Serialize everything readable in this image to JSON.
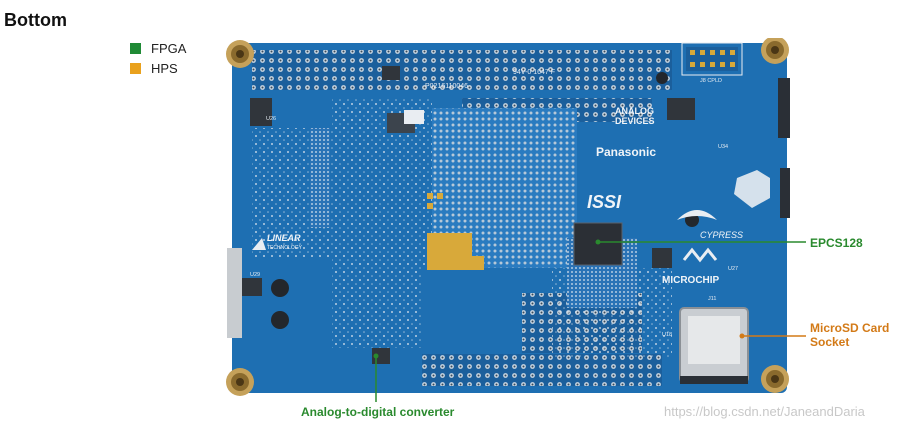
{
  "heading": "Bottom",
  "legend": [
    {
      "label": "FPGA",
      "color": "#1f8a35"
    },
    {
      "label": "HPS",
      "color": "#e9a11d"
    }
  ],
  "board": {
    "codes": {
      "serial": "P0216110046",
      "rating": "94V-0  1647  F",
      "u26": "U26",
      "u29": "U29",
      "u34": "U34",
      "u27": "U27",
      "j11": "J11",
      "u18": "U18",
      "cpld": "J8 CPLD"
    },
    "logos": {
      "analog_devices_line1": "ANALOG",
      "analog_devices_line2": "DEVICES",
      "panasonic": "Panasonic",
      "issi": "ISSI",
      "cypress": "CYPRESS",
      "microchip": "MICROCHIP",
      "linear": "LINEAR",
      "linear_sub": "TECHNOLOGY"
    }
  },
  "callouts": {
    "epcs": {
      "label": "EPCS128"
    },
    "microsd": {
      "line1": "MicroSD Card",
      "line2": "Socket"
    },
    "adc": {
      "label": "Analog-to-digital converter"
    }
  },
  "watermark": "https://blog.csdn.net/JaneandDaria",
  "colors": {
    "fpga_green": "#2a8a2e",
    "hps_orange": "#d37a17",
    "pcb_blue": "#1e6fb2"
  }
}
